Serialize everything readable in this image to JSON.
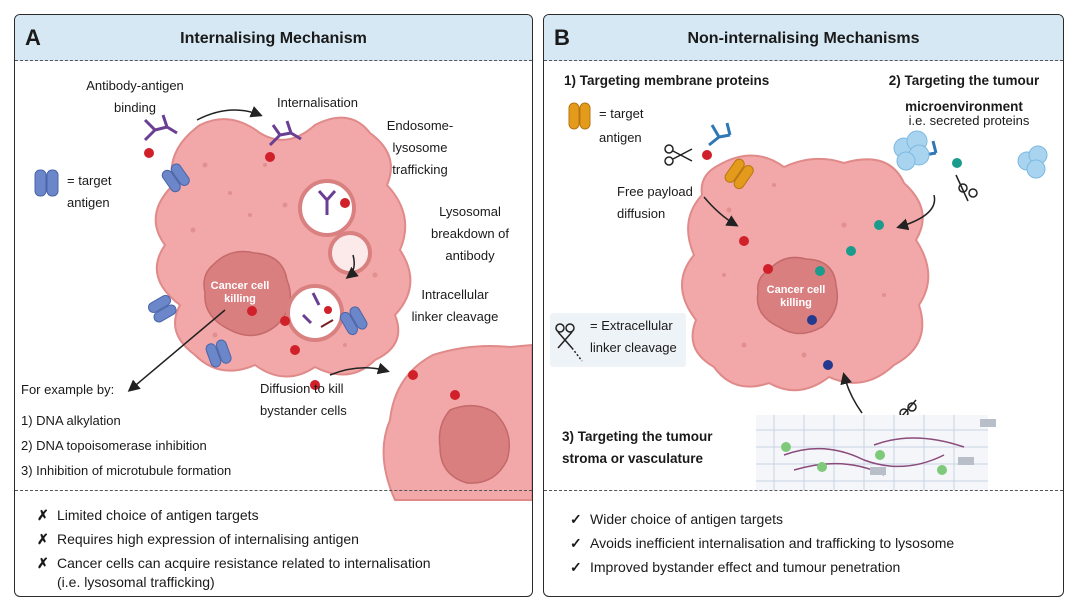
{
  "panel_a": {
    "letter": "A",
    "title": "Internalising Mechanism",
    "labels": {
      "binding": [
        "Antibody-antigen",
        "binding"
      ],
      "internalisation": "Internalisation",
      "endosome": [
        "Endosome-",
        "lysosome",
        "trafficking"
      ],
      "lysosomal": [
        "Lysosomal",
        "breakdown of",
        "antibody"
      ],
      "intracellular": [
        "Intracellular",
        "linker cleavage"
      ],
      "target_antigen": [
        "= target",
        "antigen"
      ],
      "diffusion": [
        "Diffusion to kill",
        "bystander cells"
      ],
      "cancer_cell": [
        "Cancer cell",
        "killing"
      ]
    },
    "example_heading": "For example by:",
    "examples": [
      "1) DNA alkylation",
      "2) DNA topoisomerase inhibition",
      "3) Inhibition of microtubule formation"
    ],
    "bullet_symbol": "✗",
    "bullets": [
      "Limited choice of antigen targets",
      "Requires high expression of internalising antigen",
      "Cancer cells can acquire resistance related to internalisation"
    ],
    "bullet_continuation": "(i.e. lysosomal trafficking)"
  },
  "panel_b": {
    "letter": "B",
    "title": "Non-internalising Mechanisms",
    "labels": {
      "membrane": "1) Targeting membrane proteins",
      "tumour_micro": [
        "2) Targeting the tumour",
        "microenvironment"
      ],
      "secreted": "i.e. secreted proteins",
      "target_antigen": [
        "= target",
        "antigen"
      ],
      "free_payload": [
        "Free payload",
        "diffusion"
      ],
      "extracellular": [
        "= Extracellular",
        "linker cleavage"
      ],
      "stroma": [
        "3) Targeting the tumour",
        "stroma or vasculature"
      ],
      "cancer_cell": [
        "Cancer cell",
        "killing"
      ]
    },
    "bullet_symbol": "✓",
    "bullets": [
      "Wider choice of antigen targets",
      "Avoids inefficient internalisation and trafficking to lysosome",
      "Improved bystander effect and tumour penetration"
    ]
  },
  "colors": {
    "header_bg": "#d6e8f4",
    "cell_fill": "#f2a8a8",
    "nucleus_fill": "#d97f80",
    "payload_red": "#d0202a",
    "payload_teal": "#1a9b8c",
    "payload_navy": "#243a8f",
    "antigen_blue": "#6b86c9",
    "antigen_orange": "#e49b1c"
  }
}
